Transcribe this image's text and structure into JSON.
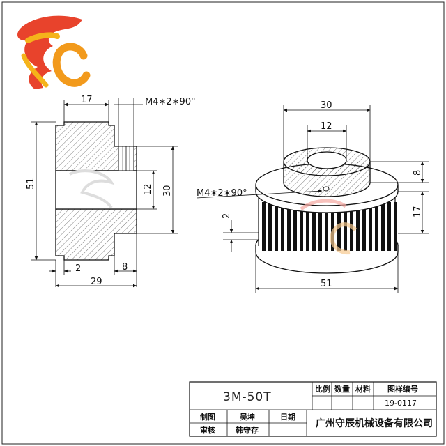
{
  "logo_text": "SC",
  "side_view": {
    "dims": {
      "hub_length": "17",
      "set_screw": "M4∗2∗90°",
      "outer_dia": "51",
      "bore": "12",
      "hub_dia": "30",
      "flange": "2",
      "hub_offset": "8",
      "total_length": "29"
    }
  },
  "iso_view": {
    "dims": {
      "hub_dia": "30",
      "bore": "12",
      "hub_height": "8",
      "tooth_width": "17",
      "flange": "2",
      "outer_dia": "51",
      "set_screw": "M4∗2∗90°"
    }
  },
  "title_block": {
    "part_no": "3M-50T",
    "headers": {
      "scale": "比例",
      "qty": "数量",
      "material": "材料",
      "drawing_no": "图样编号"
    },
    "drawing_no_value": "19-0117",
    "drawn_by_label": "制图",
    "drawn_by_name": "吴坤",
    "reviewed_by_label": "审核",
    "reviewed_by_name": "韩守存",
    "date_label": "日期",
    "company": "广州守辰机械设备有限公司"
  }
}
